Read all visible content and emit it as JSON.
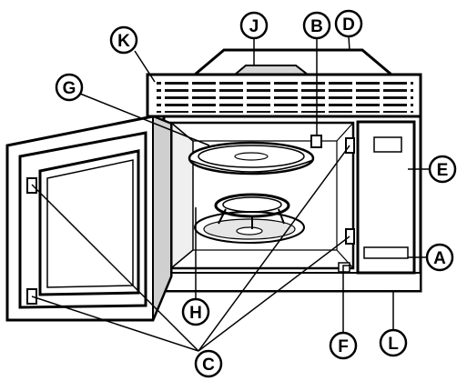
{
  "callouts": {
    "a": "A",
    "b": "B",
    "c": "C",
    "d": "D",
    "e": "E",
    "f": "F",
    "g": "G",
    "h": "H",
    "j": "J",
    "k": "K",
    "l": "L"
  },
  "colors": {
    "ink": "#000000",
    "paper": "#ffffff",
    "shade": "#c8c8c8",
    "dark": "#4a4a4a"
  }
}
